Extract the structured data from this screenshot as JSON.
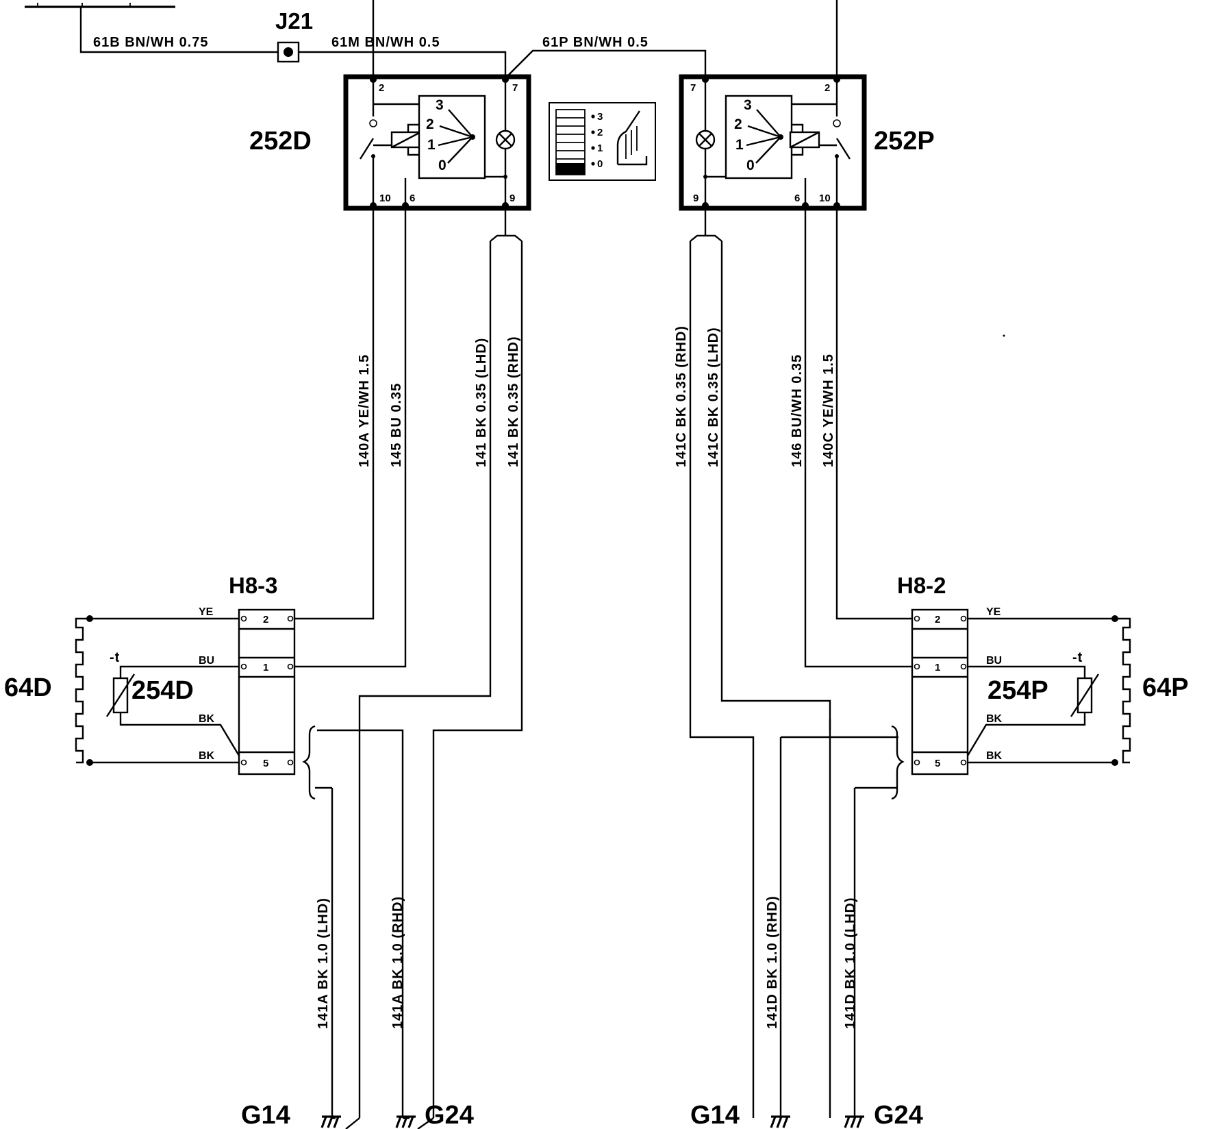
{
  "components": {
    "splice": "J21",
    "switch_driver": "252D",
    "switch_passenger": "252P",
    "connector_driver": "H8-3",
    "connector_passenger": "H8-2",
    "heater_driver": "64D",
    "heater_passenger": "64P",
    "sensor_driver": "254D",
    "sensor_passenger": "254P",
    "ground_a_left": "G14",
    "ground_b_left": "G24",
    "ground_a_right": "G14",
    "ground_b_right": "G24"
  },
  "wires_top": {
    "w61b": "61B  BN/WH 0.75",
    "w61m": "61M  BN/WH 0.5",
    "w61p": "61P  BN/WH 0.5"
  },
  "wires_vertical": {
    "w140a": "140A  YE/WH 1.5",
    "w145": "145  BU 0.35",
    "w141_lhd": "141  BK 0.35  (LHD)",
    "w141_rhd": "141  BK 0.35  (RHD)",
    "w141c_rhd": "141C  BK 0.35  (RHD)",
    "w141c_lhd": "141C  BK 0.35  (LHD)",
    "w146": "146  BU/WH 0.35",
    "w140c": "140C  YE/WH 1.5",
    "w141a_lhd": "141A  BK 1.0  (LHD)",
    "w141a_rhd": "141A  BK 1.0  (RHD)",
    "w141d_rhd": "141D  BK 1.0  (RHD)",
    "w141d_lhd": "141D  BK 1.0  (LHD)"
  },
  "connector_wire_labels": {
    "ye": "YE",
    "bu": "BU",
    "bk": "BK"
  },
  "sensor_label": "-t",
  "switch_positions": {
    "p0": "0",
    "p1": "1",
    "p2": "2",
    "p3": "3"
  },
  "switch_pins": {
    "p2": "2",
    "p7": "7",
    "p10": "10",
    "p6": "6",
    "p9": "9"
  },
  "connector_pins": {
    "p1": "1",
    "p2": "2",
    "p5": "5"
  }
}
